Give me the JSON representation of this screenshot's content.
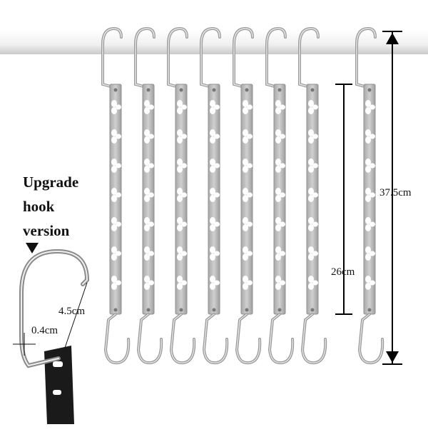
{
  "product": {
    "hanger_count": 8,
    "colors": {
      "rod": "#f2f2f2",
      "rod_shadow": "#c9c9c9",
      "hanger_body": "#bdbdbd",
      "hanger_edge": "#8f8f8f",
      "hook_metal": "#9a9a9a",
      "hook_shine": "#e6e6e6",
      "dimension_line": "#000000",
      "black_bracket": "#1a1a1a"
    }
  },
  "callout": {
    "title_line1": "Upgrade",
    "title_line2": "hook",
    "title_line3": "version",
    "hook_opening": "4.5cm",
    "wire_thickness": "0.4cm",
    "arrow_icon": "down-triangle-icon"
  },
  "dimensions": {
    "total_length": "37.5cm",
    "body_length": "26cm"
  }
}
